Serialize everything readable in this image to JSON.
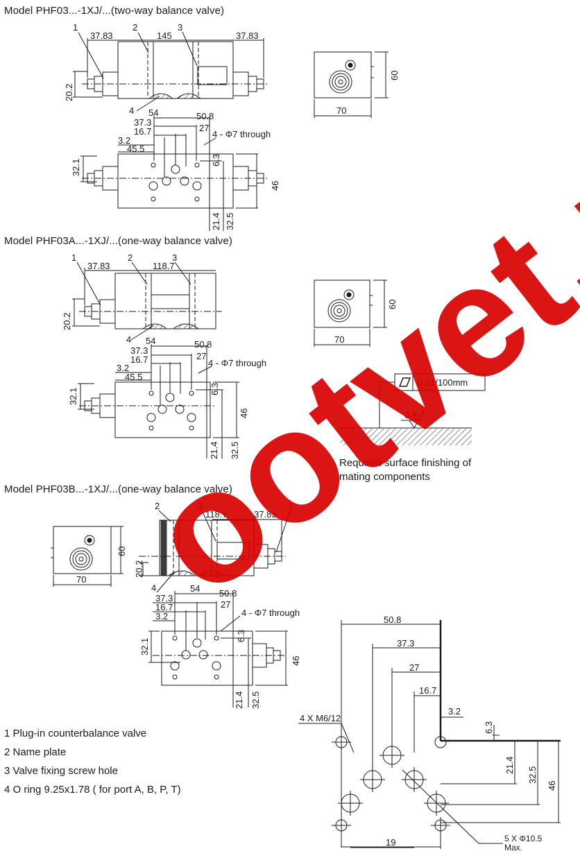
{
  "captions": {
    "section1": "Model PHF03...-1XJ/...(two-way balance valve)",
    "section2": "Model PHF03A...-1XJ/...(one-way balance valve)",
    "section3": "Model PHF03B...-1XJ/...(one-way balance valve)"
  },
  "dims": {
    "d37_83": "37.83",
    "d145": "145",
    "d118_7": "118.7",
    "d20_2": "20.2",
    "d60": "60",
    "d70": "70",
    "d54": "54",
    "d50_8": "50.8",
    "d37_3": "37.3",
    "d27": "27",
    "d16_7": "16.7",
    "d3_2": "3.2",
    "d45_5": "45.5",
    "d32_1": "32.1",
    "d6_3": "6.3",
    "d46": "46",
    "d21_4": "21.4",
    "d32_5": "32.5",
    "d19": "19",
    "n1": "1",
    "n2": "2",
    "n3": "3",
    "n4": "4",
    "through": "4 - Φ7 through",
    "m6": "4 X M6/12",
    "hole_a": "5 X Φ10.5",
    "hole_b": "Max.",
    "flatness": "0.01/100mm",
    "rough": "0.8"
  },
  "surface_note": {
    "line1": "Required surface finishing of",
    "line2": "mating components"
  },
  "legend": [
    "1 Plug-in counterbalance valve",
    "2 Name plate",
    "3 Valve fixing screw hole",
    "4 O ring 9.25x1.78 ( for port A, B, P, T)"
  ],
  "watermark": "ootvet.ru",
  "colors": {
    "line": "#1a1a1a",
    "watermark": "#d80000"
  }
}
